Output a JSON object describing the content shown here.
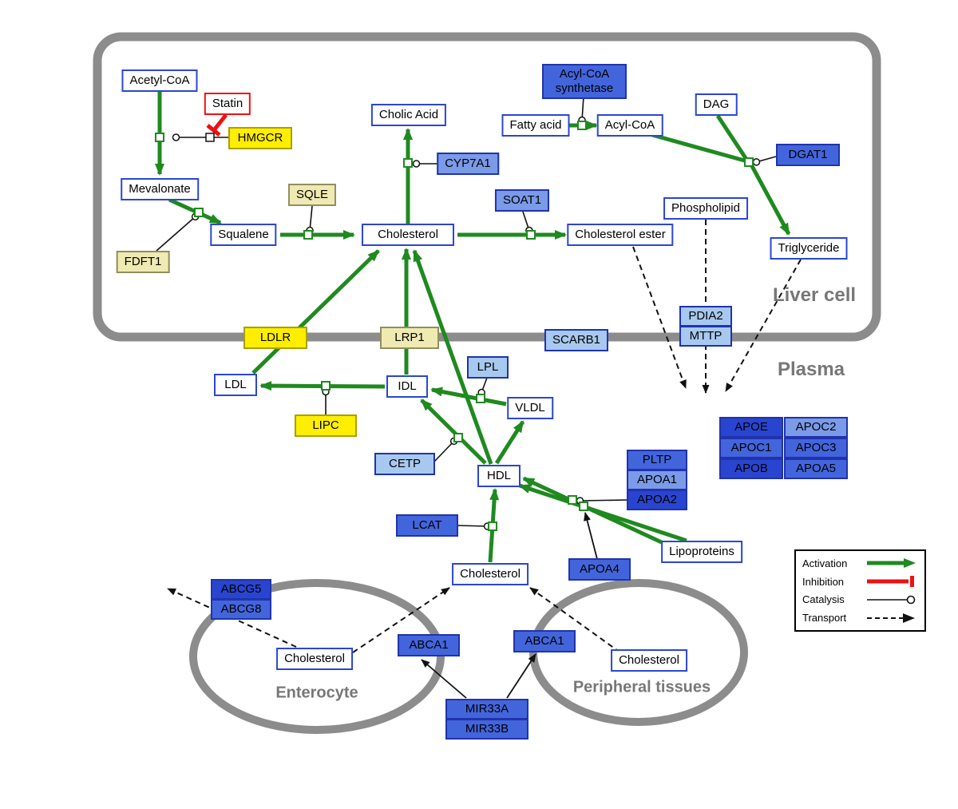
{
  "diagram": {
    "regions": {
      "liver": "Liver cell",
      "plasma": "Plasma",
      "enterocyte": "Enterocyte",
      "peripheral": "Peripheral tissues"
    },
    "legend": {
      "activation": "Activation",
      "inhibition": "Inhibition",
      "catalysis": "Catalysis",
      "transport": "Transport"
    },
    "colors": {
      "activation_green": "#1f8a1f",
      "inhibition_red": "#ee1111",
      "membrane_gray": "#8c8c8c",
      "metabolite_border_blue": "#2b46d2",
      "gene_blue_dark": "#2945cf",
      "gene_blue": "#4365dc",
      "gene_blue_light": "#7b9ae8",
      "gene_lightblue": "#a8c9ef",
      "gene_yellow": "#ffee00",
      "gene_paleyellow": "#efeab2"
    },
    "nodes": {
      "acetyl_coa": {
        "label": "Acetyl-CoA"
      },
      "statin": {
        "label": "Statin"
      },
      "hmgcr": {
        "label": "HMGCR"
      },
      "mevalonate": {
        "label": "Mevalonate"
      },
      "fdft1": {
        "label": "FDFT1"
      },
      "squalene": {
        "label": "Squalene"
      },
      "sqle": {
        "label": "SQLE"
      },
      "cholic_acid": {
        "label": "Cholic Acid"
      },
      "cyp7a1": {
        "label": "CYP7A1"
      },
      "cholesterol_liver": {
        "label": "Cholesterol"
      },
      "soat1": {
        "label": "SOAT1"
      },
      "cholesterol_ester": {
        "label": "Cholesterol ester"
      },
      "acyl_coa_synthetase": {
        "label": "Acyl-CoA synthetase"
      },
      "fatty_acid": {
        "label": "Fatty acid"
      },
      "acyl_coa": {
        "label": "Acyl-CoA"
      },
      "dag": {
        "label": "DAG"
      },
      "dgat1": {
        "label": "DGAT1"
      },
      "phospholipid": {
        "label": "Phospholipid"
      },
      "triglyceride": {
        "label": "Triglyceride"
      },
      "pdia2": {
        "label": "PDIA2"
      },
      "mttp": {
        "label": "MTTP"
      },
      "ldlr": {
        "label": "LDLR"
      },
      "lrp1": {
        "label": "LRP1"
      },
      "scarb1": {
        "label": "SCARB1"
      },
      "ldl": {
        "label": "LDL"
      },
      "idl": {
        "label": "IDL"
      },
      "lpl": {
        "label": "LPL"
      },
      "vldl": {
        "label": "VLDL"
      },
      "lipc": {
        "label": "LIPC"
      },
      "cetp": {
        "label": "CETP"
      },
      "hdl": {
        "label": "HDL"
      },
      "lcat": {
        "label": "LCAT"
      },
      "pltp": {
        "label": "PLTP"
      },
      "apoa1": {
        "label": "APOA1"
      },
      "apoa2": {
        "label": "APOA2"
      },
      "apoa4": {
        "label": "APOA4"
      },
      "lipoproteins": {
        "label": "Lipoproteins"
      },
      "apoe": {
        "label": "APOE"
      },
      "apoc2": {
        "label": "APOC2"
      },
      "apoc1": {
        "label": "APOC1"
      },
      "apoc3": {
        "label": "APOC3"
      },
      "apob": {
        "label": "APOB"
      },
      "apoa5": {
        "label": "APOA5"
      },
      "cholesterol_plasma": {
        "label": "Cholesterol"
      },
      "abcg5": {
        "label": "ABCG5"
      },
      "abcg8": {
        "label": "ABCG8"
      },
      "cholesterol_enterocyte": {
        "label": "Cholesterol"
      },
      "abca1_enterocyte": {
        "label": "ABCA1"
      },
      "abca1_peripheral": {
        "label": "ABCA1"
      },
      "cholesterol_peripheral": {
        "label": "Cholesterol"
      },
      "mir33a": {
        "label": "MIR33A"
      },
      "mir33b": {
        "label": "MIR33B"
      }
    }
  }
}
